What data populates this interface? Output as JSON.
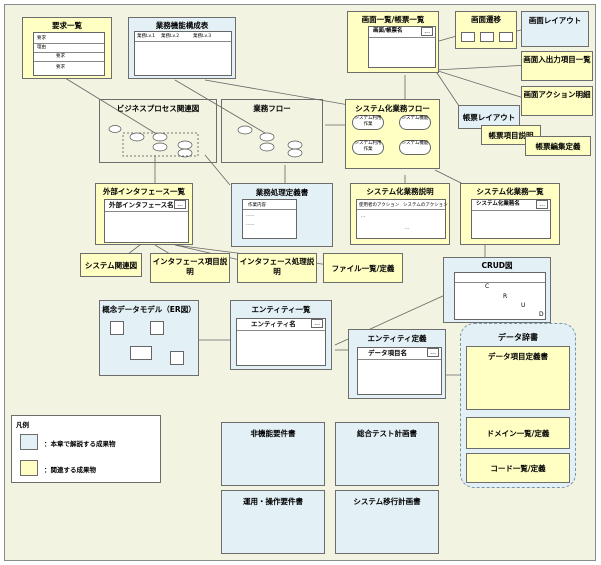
{
  "boxes": {
    "youkyu": {
      "title": "要求一覧",
      "rows": [
        "要求",
        "理由",
        "要求",
        "要求"
      ]
    },
    "gyoumu_kinou": {
      "title": "業務機能構成表",
      "cols": [
        "業務Lv.1",
        "業務Lv.2",
        "業務Lv.3"
      ]
    },
    "business_process": {
      "title": "ビジネスプロセス関連図"
    },
    "gyoumu_flow": {
      "title": "業務フロー"
    },
    "system_flow": {
      "title": "システム化業務フロー",
      "nodes": [
        "システム利用作業",
        "システム機能",
        "システム利用作業",
        "システム機能"
      ]
    },
    "gamen_list": {
      "title": "画面一覧/帳票一覧",
      "header": "画面/帳票名",
      "dots": "..."
    },
    "gamen_seni": {
      "title": "画面遷移"
    },
    "gamen_layout": {
      "title": "画面レイアウト"
    },
    "gamen_io": {
      "title": "画面入出力項目一覧"
    },
    "gamen_action": {
      "title": "画面アクション明細"
    },
    "chouhyou_layout": {
      "title": "帳票レイアウト"
    },
    "chouhyou_item": {
      "title": "帳票項目説明"
    },
    "chouhyou_edit": {
      "title": "帳票編集定義"
    },
    "gaibu_if": {
      "title": "外部インタフェース一覧",
      "header": "外部インタフェース名",
      "dots": "..."
    },
    "gyoumu_shori": {
      "title": "業務処理定義書",
      "header": "作業内容",
      "rows": [
        "......",
        "......"
      ]
    },
    "system_setsumei": {
      "title": "システム化業務説明",
      "cols": [
        "使用者のアクション",
        "システムのアクション"
      ],
      "rows": [
        "...",
        "..."
      ]
    },
    "system_list": {
      "title": "システム化業務一覧",
      "header": "システム化業務名",
      "dots": "..."
    },
    "system_kanren": {
      "title": "システム関連図"
    },
    "if_koumoku": {
      "title": "インタフェース項目説明"
    },
    "if_shori": {
      "title": "インタフェース処理説明"
    },
    "file_list": {
      "title": "ファイル一覧/定義"
    },
    "crud": {
      "title": "CRUD図",
      "cells": [
        "C",
        "R",
        "U",
        "D"
      ]
    },
    "gainen_er": {
      "title": "概念データモデル（ER図）"
    },
    "entity_list": {
      "title": "エンティティ一覧",
      "header": "エンティティ名",
      "dots": "..."
    },
    "entity_def": {
      "title": "エンティティ定義",
      "header": "データ項目名",
      "dots": "..."
    },
    "data_jisho": {
      "title": "データ辞書",
      "item_def": "データ項目定義書",
      "domain": "ドメイン一覧/定義",
      "code": "コード一覧/定義"
    },
    "hikinou": {
      "title": "非機能要件書"
    },
    "sougou_test": {
      "title": "総合テスト計画書"
    },
    "unyou": {
      "title": "運用・操作要件書"
    },
    "ikou": {
      "title": "システム移行計画書"
    }
  },
  "legend": {
    "title": "凡例",
    "blue": "：本章で解説する成果物",
    "yellow": "：関連する成果物"
  },
  "colors": {
    "blue": "#e3f0f5",
    "yellow": "#ffffc4",
    "background": "#f3f3e2"
  }
}
